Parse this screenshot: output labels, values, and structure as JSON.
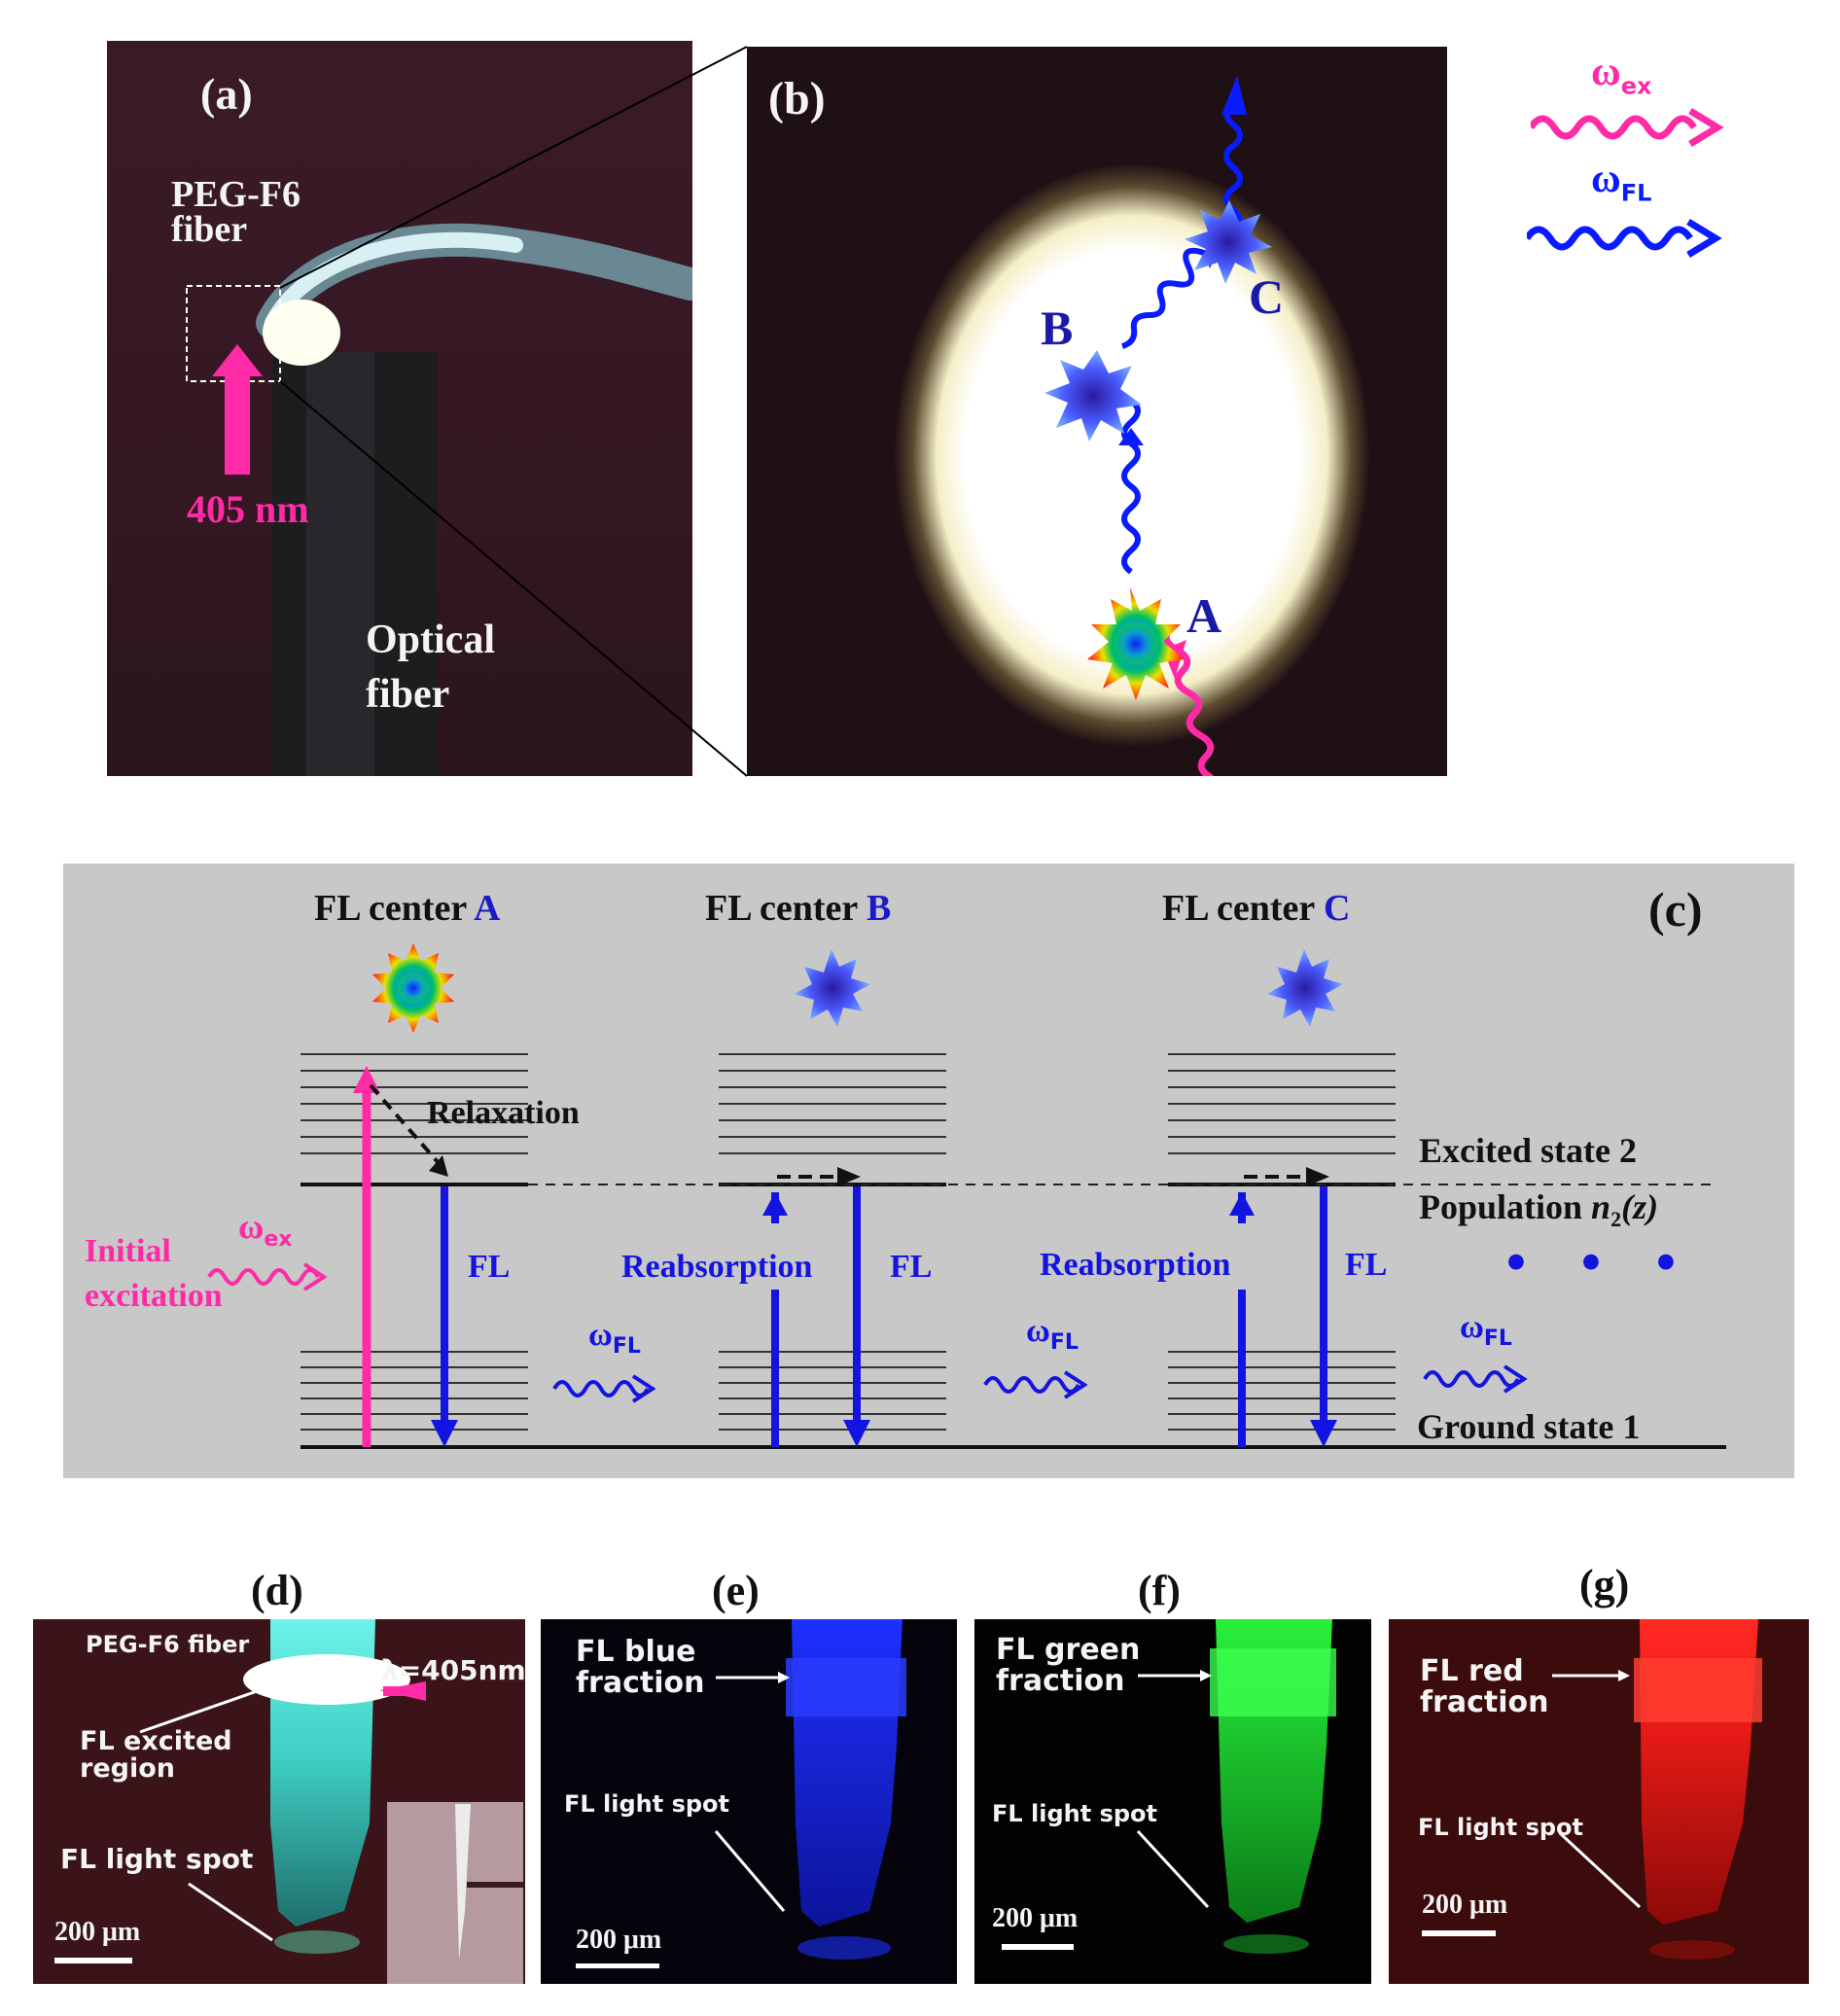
{
  "panel_a": {
    "tag": "(a)",
    "peg_line1": "PEG-F6",
    "peg_line2": "fiber",
    "wavelength": "405 nm",
    "optical_line1": "Optical",
    "optical_line2": "fiber"
  },
  "panel_b": {
    "tag": "(b)",
    "centers": [
      "A",
      "B",
      "C"
    ]
  },
  "legend": {
    "omega": "ω",
    "ex_sub": "ex",
    "fl_sub": "FL",
    "ex_color": "#ff2aa6",
    "fl_color": "#0a1cff"
  },
  "panel_c": {
    "tag": "(c)",
    "title_prefix": "FL center",
    "centers": [
      "A",
      "B",
      "C"
    ],
    "relaxation": "Relaxation",
    "excited_state": "Excited state 2",
    "population": "Population",
    "population_symbol": "n",
    "population_sub": "2",
    "population_arg": "(z)",
    "initial_line1": "Initial",
    "initial_line2": "excitation",
    "fl": "FL",
    "reabsorption": "Reabsorption",
    "ground_state": "Ground state 1",
    "dots": "• • •"
  },
  "panel_d": {
    "tag": "(d)",
    "peg": "PEG-F6 fiber",
    "lambda": "λ=405nm",
    "excited_line1": "FL excited",
    "excited_line2": "region",
    "spot": "FL light spot",
    "scale": "200 μm"
  },
  "panel_e": {
    "tag": "(e)",
    "frac_line1": "FL blue",
    "frac_line2": "fraction",
    "spot": "FL light spot",
    "scale": "200 μm"
  },
  "panel_f": {
    "tag": "(f)",
    "frac_line1": "FL green",
    "frac_line2": "fraction",
    "spot": "FL light spot",
    "scale": "200 μm"
  },
  "panel_g": {
    "tag": "(g)",
    "frac_line1": "FL red",
    "frac_line2": "fraction",
    "spot": "FL light spot",
    "scale": "200 μm"
  }
}
